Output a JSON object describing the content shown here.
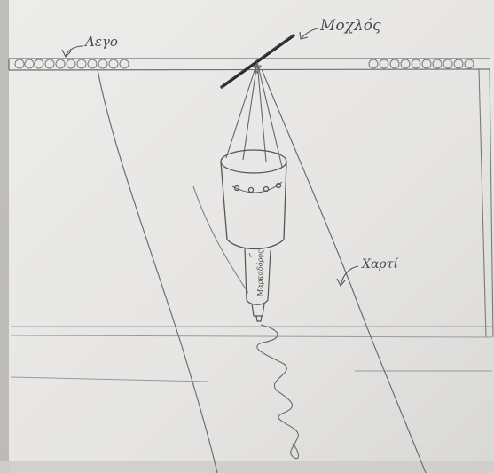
{
  "labels": {
    "lego": "Λεγο",
    "mochlos": "Μοχλός",
    "charti": "Χαρτί",
    "marker": "Μαρκαδόρος"
  },
  "colors": {
    "paper": "#ecebe9",
    "pencil": "#6a6a6a",
    "pencil_dark": "#3a3a3a"
  }
}
